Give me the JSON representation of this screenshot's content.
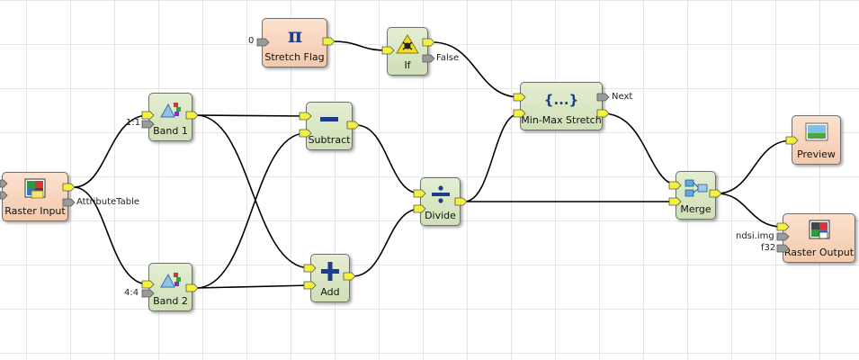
{
  "nodes": {
    "stretch_flag": {
      "label": "Stretch Flag",
      "input_value": "0"
    },
    "if": {
      "label": "If",
      "output_false": "False"
    },
    "band1": {
      "label": "Band 1",
      "input_value": "1:1"
    },
    "band2": {
      "label": "Band 2",
      "input_value": "4:4"
    },
    "subtract": {
      "label": "Subtract"
    },
    "add": {
      "label": "Add"
    },
    "divide": {
      "label": "Divide"
    },
    "minmax": {
      "label": "Min-Max Stretch",
      "output_next": "Next"
    },
    "merge": {
      "label": "Merge"
    },
    "preview": {
      "label": "Preview"
    },
    "raster_input": {
      "label": "Raster Input",
      "output_attr": "AttributeTable"
    },
    "raster_output": {
      "label": "Raster Output",
      "input_file": "ndsi.img",
      "input_type": "f32"
    }
  },
  "icons": {
    "stretch_flag": "pi-icon",
    "if": "caution-icon",
    "band": "band-select-icon",
    "subtract": "minus-icon",
    "add": "plus-icon",
    "divide": "divide-icon",
    "minmax": "braces-icon",
    "merge": "merge-icon",
    "preview": "preview-icon",
    "raster": "raster-icon"
  },
  "colors": {
    "operator_fill": "#d8e6c2",
    "io_fill": "#f7d3bb",
    "port_connected": "#f2f23c",
    "port_unconnected": "#9a9a9a",
    "wire": "#000000",
    "operator_icon": "#1e3c8c"
  }
}
